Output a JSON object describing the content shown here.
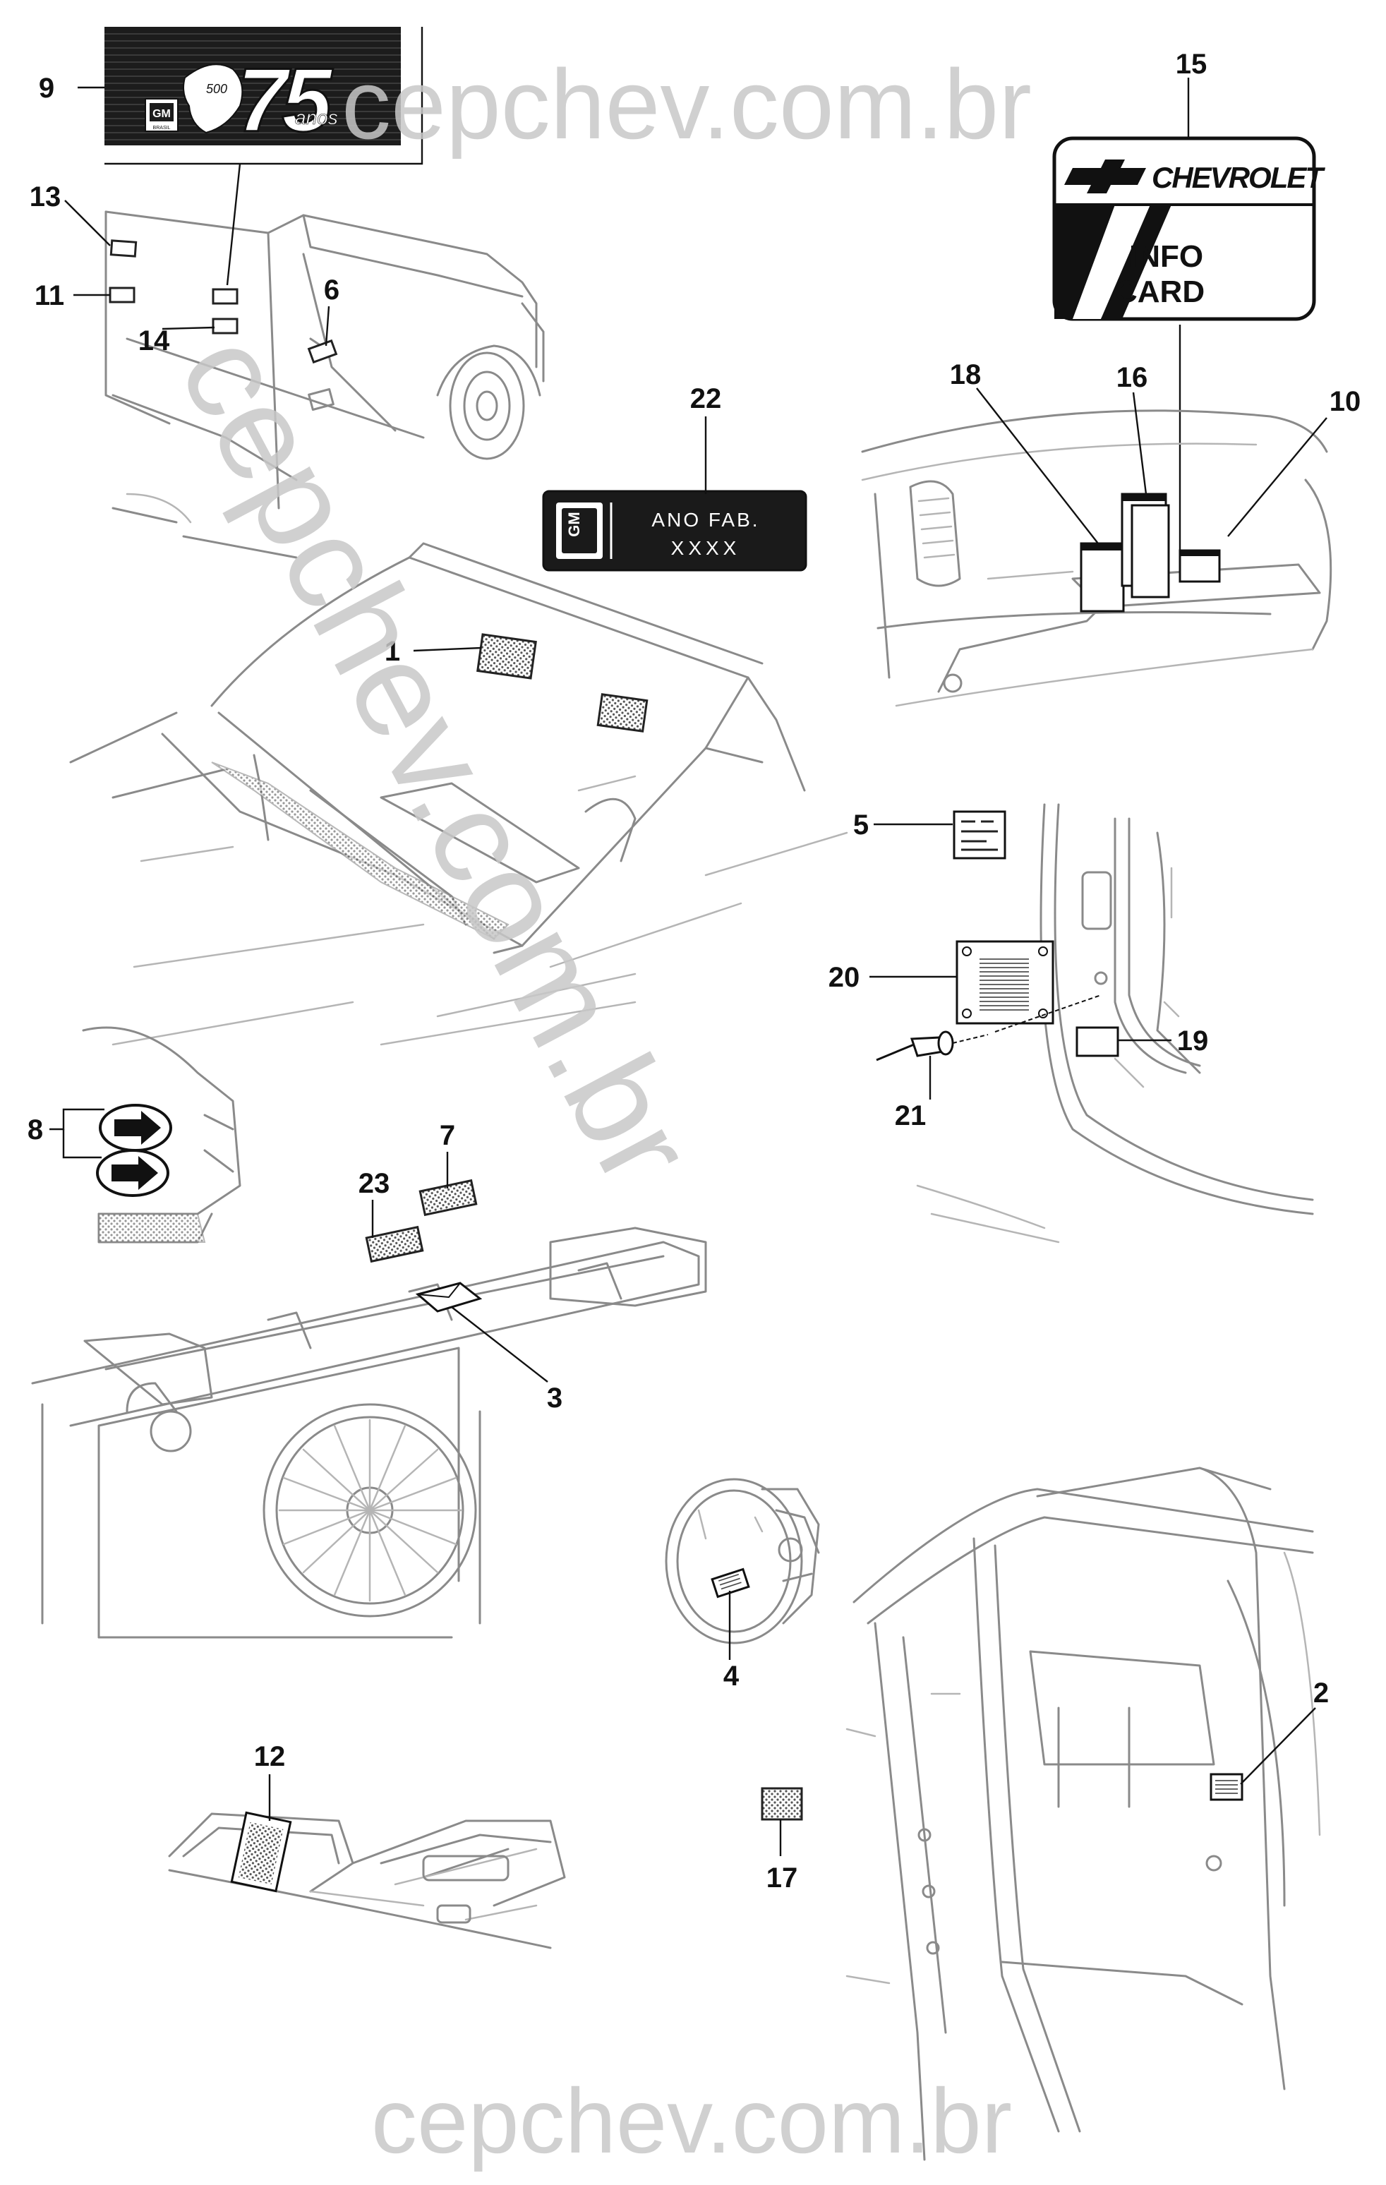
{
  "watermark": {
    "top": "cepchev.com.br",
    "diagonal": "cepchev.com.br",
    "bottom": "cepchev.com.br"
  },
  "labels": {
    "emblem_75": {
      "gm": "GM",
      "gm_sub": "BRASIL",
      "five_hundred": "500",
      "seventy_five": "75",
      "anos": "anos"
    },
    "ano_fab": {
      "gm": "GM",
      "line1": "ANO FAB.",
      "line2": "XXXX"
    },
    "info_card": {
      "brand": "CHEVROLET",
      "line1": "INFO",
      "line2": "CARD"
    }
  },
  "callouts": [
    "1",
    "2",
    "3",
    "4",
    "5",
    "6",
    "7",
    "8",
    "9",
    "10",
    "11",
    "12",
    "13",
    "14",
    "15",
    "16",
    "17",
    "18",
    "19",
    "20",
    "21",
    "22",
    "23"
  ]
}
